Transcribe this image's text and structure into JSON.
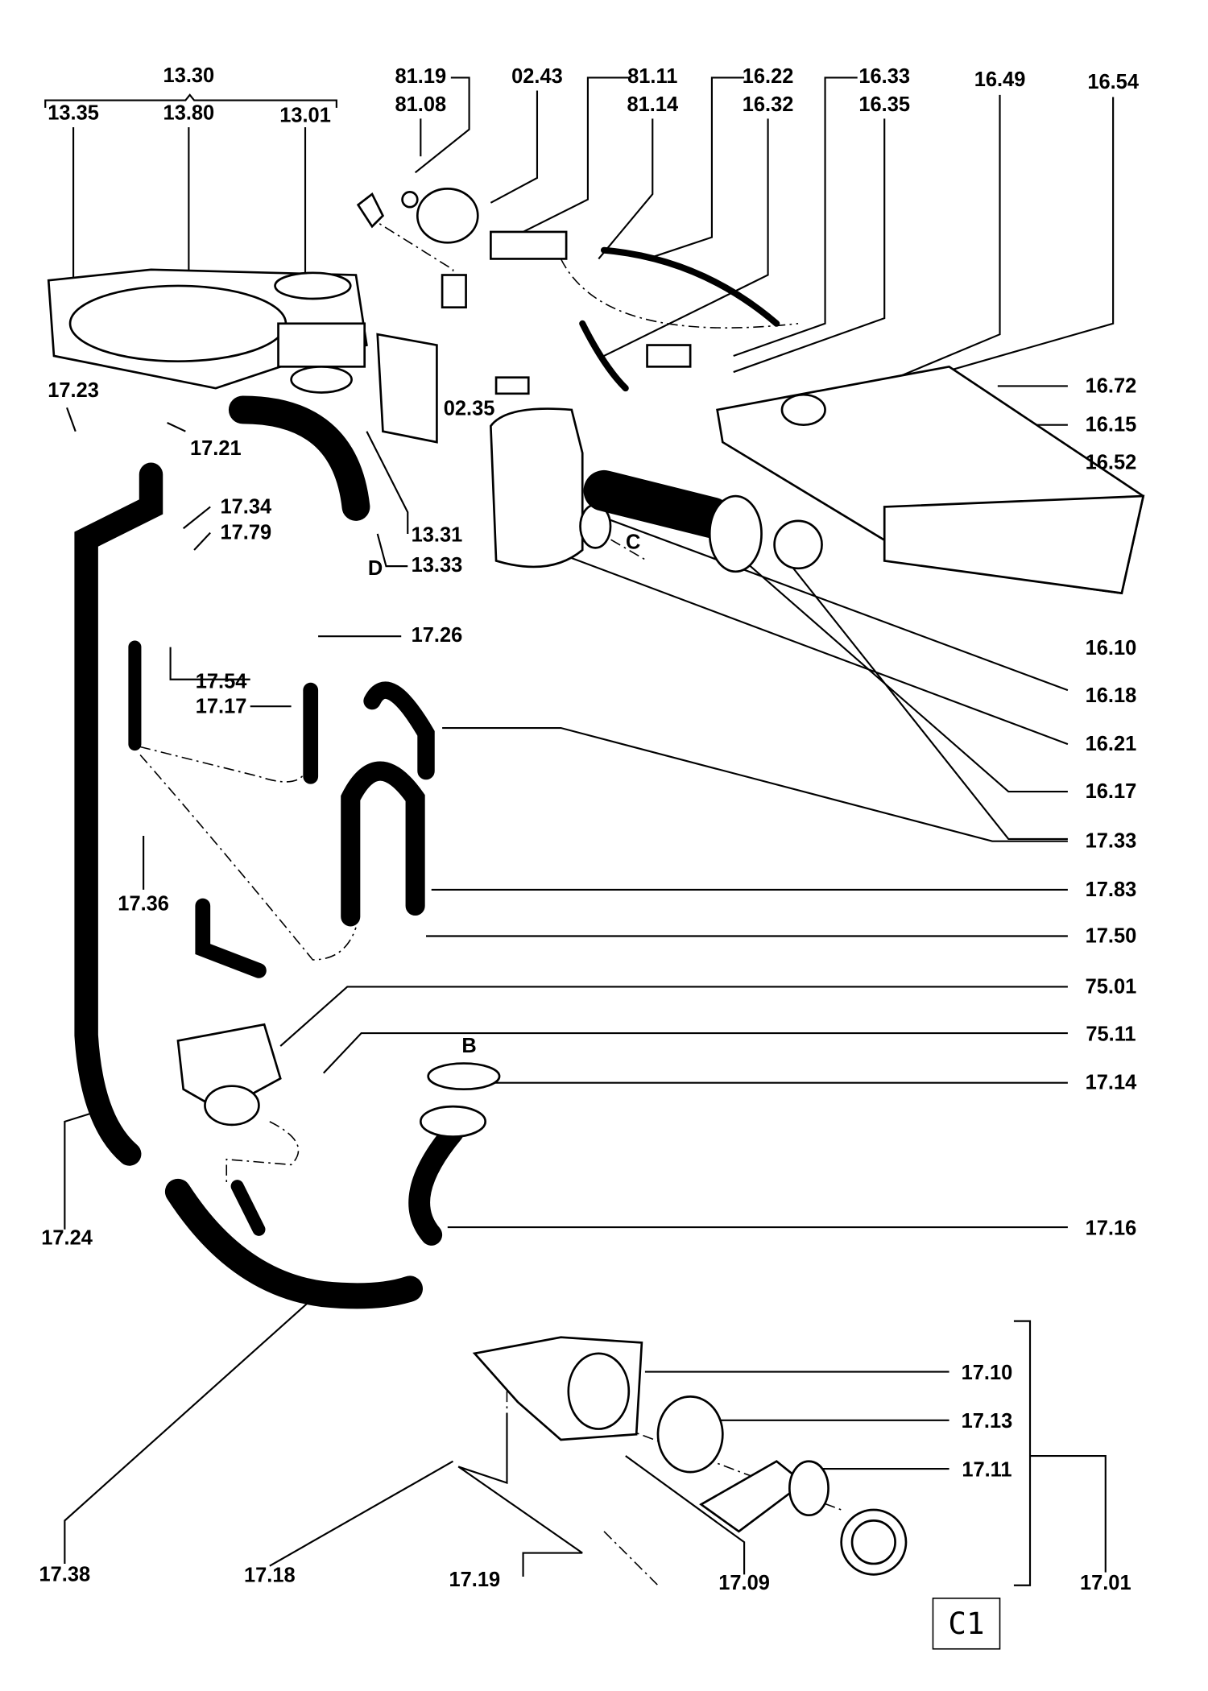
{
  "diagram": {
    "page_ref": "C1",
    "labels": [
      "13.30",
      "13.35",
      "13.80",
      "13.01",
      "81.19",
      "81.08",
      "02.43",
      "81.11",
      "81.14",
      "16.22",
      "16.32",
      "16.33",
      "16.35",
      "16.49",
      "16.54",
      "17.23",
      "02.35",
      "16.72",
      "16.15",
      "16.52",
      "17.21",
      "17.34",
      "17.79",
      "13.31",
      "13.33",
      "D",
      "C",
      "17.26",
      "16.10",
      "17.54",
      "17.17",
      "16.18",
      "16.21",
      "16.17",
      "17.33",
      "17.83",
      "17.36",
      "17.50",
      "75.01",
      "75.11",
      "B",
      "17.14",
      "17.16",
      "17.24",
      "17.10",
      "17.13",
      "17.11",
      "17.38",
      "17.18",
      "17.19",
      "17.09",
      "17.01"
    ]
  }
}
